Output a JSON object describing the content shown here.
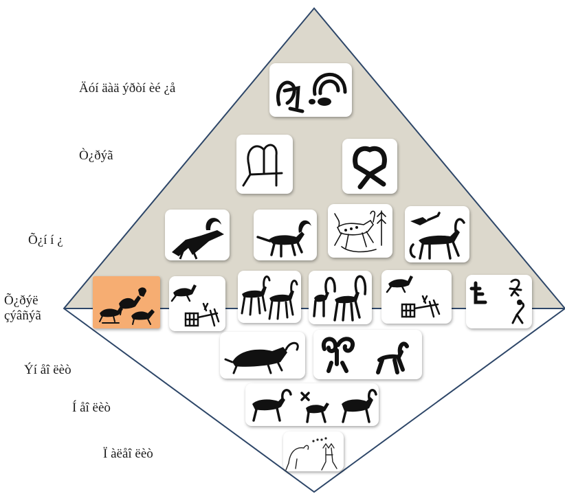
{
  "diagram": {
    "colors": {
      "upper_fill": "#dcd8cc",
      "outline": "#2d4668",
      "tile_bg": "#ffffff",
      "glyph": "#111111",
      "highlight": "#f6ad72"
    },
    "levels": [
      {
        "label": "Äóí äàä ýðòí èé ¿å"
      },
      {
        "label": "Ò¿ðýã"
      },
      {
        "label": "Õ¿í í ¿"
      },
      {
        "label": "Õ¿ðýë\nçýâñýã"
      },
      {
        "label": "Ýí åî ëèò"
      },
      {
        "label": "Í åî ëèò"
      },
      {
        "label": "Ï àëåî ëèò"
      }
    ],
    "image_tiles": [
      {
        "name": "level1-tile",
        "subject": "ox-and-figure-petroglyph"
      },
      {
        "name": "level2-tile-1",
        "subject": "tamga-sign-petroglyph"
      },
      {
        "name": "level2-tile-2",
        "subject": "tamga-sign-petroglyph"
      },
      {
        "name": "level3-tile-1",
        "subject": "ibex-petroglyph"
      },
      {
        "name": "level3-tile-2",
        "subject": "ibex-petroglyph"
      },
      {
        "name": "level3-tile-3",
        "subject": "hunt-scene-petroglyph"
      },
      {
        "name": "level3-tile-4",
        "subject": "ibex-petroglyph"
      },
      {
        "name": "level4-tile-1",
        "subject": "hunting-scene-petroglyph"
      },
      {
        "name": "level4-tile-2",
        "subject": "deer-and-chariot-petroglyph"
      },
      {
        "name": "level4-tile-3",
        "subject": "ibex-pair-petroglyph"
      },
      {
        "name": "level4-tile-4",
        "subject": "ibex-pair-petroglyph"
      },
      {
        "name": "level4-tile-5",
        "subject": "deer-and-chariot-petroglyph"
      },
      {
        "name": "level4-tile-6",
        "subject": "human-figures-petroglyph"
      },
      {
        "name": "level5-tile-1",
        "subject": "boar-petroglyph"
      },
      {
        "name": "level5-tile-2",
        "subject": "ram-and-ibex-petroglyph"
      },
      {
        "name": "level6-tile-1",
        "subject": "ibex-row-petroglyph"
      },
      {
        "name": "level7-tile-1",
        "subject": "outline-animal-petroglyph"
      }
    ]
  }
}
